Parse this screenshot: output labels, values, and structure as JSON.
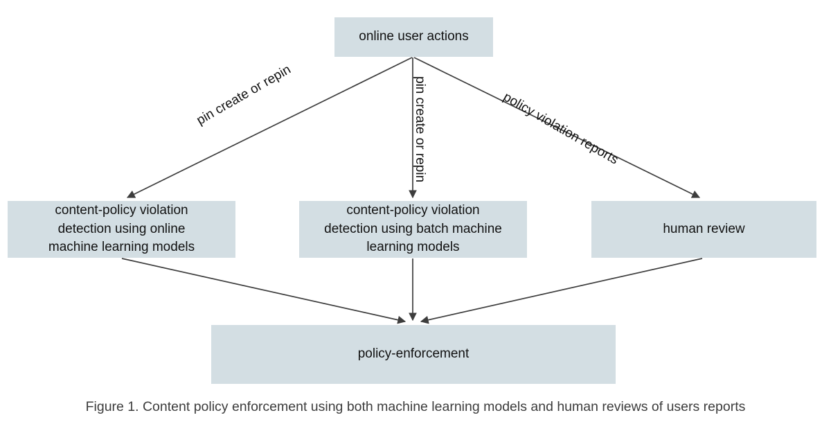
{
  "figure": {
    "caption": "Figure 1. Content policy enforcement using both machine learning models and human reviews of users reports"
  },
  "colors": {
    "node_fill": "#d3dee3",
    "node_text": "#111111",
    "edge_stroke": "#3d3d3d",
    "caption_text": "#3c3c3c",
    "page_background": "#ffffff"
  },
  "diagram": {
    "type": "flowchart",
    "nodes": [
      {
        "id": "online-user-actions",
        "label": "online user actions",
        "layer": "source"
      },
      {
        "id": "online-detection",
        "label": "content-policy violation detection using online machine learning models",
        "lines": [
          "content-policy violation",
          "detection using online",
          "machine learning models"
        ],
        "layer": "processing"
      },
      {
        "id": "batch-detection",
        "label": "content-policy violation detection using batch machine learning models",
        "lines": [
          "content-policy violation",
          "detection using batch machine",
          "learning models"
        ],
        "layer": "processing"
      },
      {
        "id": "human-review",
        "label": "human review",
        "lines": [
          "human review"
        ],
        "layer": "processing"
      },
      {
        "id": "policy-enforcement",
        "label": "policy-enforcement",
        "layer": "sink"
      }
    ],
    "edges": [
      {
        "from": "online-user-actions",
        "to": "online-detection",
        "label": "pin create or repin",
        "orientation": "diagonal-left"
      },
      {
        "from": "online-user-actions",
        "to": "batch-detection",
        "label": "pin create or repin",
        "orientation": "vertical"
      },
      {
        "from": "online-user-actions",
        "to": "human-review",
        "label": "policy violation reports",
        "orientation": "diagonal-right"
      },
      {
        "from": "online-detection",
        "to": "policy-enforcement",
        "label": "",
        "orientation": "diagonal-right"
      },
      {
        "from": "batch-detection",
        "to": "policy-enforcement",
        "label": "",
        "orientation": "vertical"
      },
      {
        "from": "human-review",
        "to": "policy-enforcement",
        "label": "",
        "orientation": "diagonal-left"
      }
    ]
  }
}
